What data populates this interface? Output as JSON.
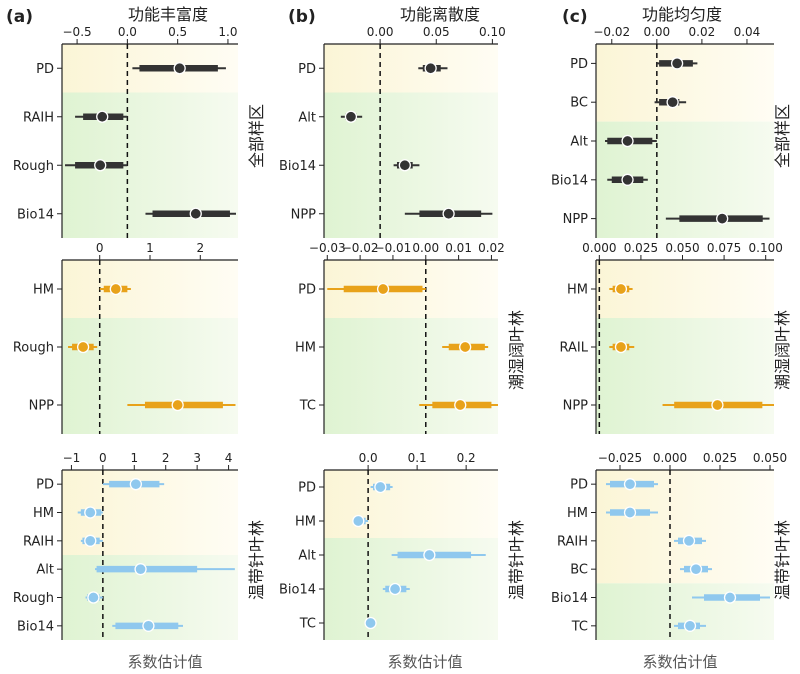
{
  "figure": {
    "xlabel": "系数估计值",
    "row_labels": [
      "全部样区",
      "潮湿阔叶林",
      "温带针叶林"
    ]
  },
  "colors": {
    "dark": "#333333",
    "orange": "#e8a21a",
    "blue": "#8fc8ee",
    "bg_yellow": "#fdf9e4",
    "bg_green": "#e8f6dc",
    "zero_line": "#111111"
  },
  "chart_data": [
    {
      "type": "forest",
      "panel": "(a)",
      "title": "功能丰富度",
      "row": "全部样区",
      "ylim_note": "categorical",
      "xlim": [
        -0.65,
        1.1
      ],
      "ticks": [
        -0.5,
        0,
        0.5,
        1
      ],
      "tick_labels": [
        "−0.5",
        "0.0",
        "0.5",
        "1.0"
      ],
      "tick_position": "top",
      "categories": [
        "PD",
        "RAIH",
        "Rough",
        "Bio14"
      ],
      "estimate": [
        0.52,
        -0.25,
        -0.27,
        0.68
      ],
      "ci66": [
        [
          0.12,
          0.9
        ],
        [
          -0.44,
          -0.04
        ],
        [
          -0.52,
          -0.04
        ],
        [
          0.25,
          1.02
        ]
      ],
      "ci95": [
        [
          0.05,
          0.98
        ],
        [
          -0.52,
          0.0
        ],
        [
          -0.62,
          0.0
        ],
        [
          0.18,
          1.08
        ]
      ],
      "color": "dark",
      "green_from": 1
    },
    {
      "type": "forest",
      "panel": "(b)",
      "title": "功能离散度",
      "row": "全部样区",
      "xlim": [
        -0.05,
        0.105
      ],
      "ticks": [
        0,
        0.05,
        0.1
      ],
      "tick_labels": [
        "0.00",
        "0.05",
        "0.10"
      ],
      "tick_position": "top",
      "categories": [
        "PD",
        "Alt",
        "Bio14",
        "NPP"
      ],
      "estimate": [
        0.045,
        -0.026,
        0.022,
        0.061
      ],
      "ci66": [
        [
          0.038,
          0.054
        ],
        [
          -0.031,
          -0.021
        ],
        [
          0.015,
          0.029
        ],
        [
          0.035,
          0.09
        ]
      ],
      "ci95": [
        [
          0.034,
          0.06
        ],
        [
          -0.035,
          -0.016
        ],
        [
          0.012,
          0.035
        ],
        [
          0.022,
          0.1
        ]
      ],
      "color": "dark",
      "green_from": 1
    },
    {
      "type": "forest",
      "panel": "(c)",
      "title": "功能均匀度",
      "row": "全部样区",
      "xlim": [
        -0.027,
        0.052
      ],
      "ticks": [
        -0.02,
        0,
        0.02,
        0.04
      ],
      "tick_labels": [
        "−0.02",
        "0.00",
        "0.02",
        "0.04"
      ],
      "tick_position": "top",
      "categories": [
        "PD",
        "BC",
        "Alt",
        "Bio14",
        "NPP"
      ],
      "estimate": [
        0.009,
        0.007,
        -0.013,
        -0.013,
        0.029
      ],
      "ci66": [
        [
          0.001,
          0.016
        ],
        [
          0.001,
          0.01
        ],
        [
          -0.022,
          -0.002
        ],
        [
          -0.02,
          -0.006
        ],
        [
          0.01,
          0.047
        ]
      ],
      "ci95": [
        [
          0.0,
          0.018
        ],
        [
          -0.001,
          0.013
        ],
        [
          -0.023,
          0.0
        ],
        [
          -0.022,
          -0.004
        ],
        [
          0.004,
          0.05
        ]
      ],
      "color": "dark",
      "green_from": 2
    },
    {
      "type": "forest",
      "row": "潮湿阔叶林",
      "xlim": [
        -0.75,
        2.75
      ],
      "ticks": [
        0,
        1,
        2
      ],
      "tick_labels": [
        "0",
        "1",
        "2"
      ],
      "tick_position": "top",
      "categories": [
        "HM",
        "Rough",
        "NPP"
      ],
      "estimate": [
        0.32,
        -0.33,
        1.55
      ],
      "ci66": [
        [
          0.08,
          0.55
        ],
        [
          -0.55,
          -0.12
        ],
        [
          0.9,
          2.45
        ]
      ],
      "ci95": [
        [
          0.0,
          0.62
        ],
        [
          -0.63,
          -0.05
        ],
        [
          0.55,
          2.7
        ]
      ],
      "color": "orange",
      "green_from": 1
    },
    {
      "type": "forest",
      "row": "潮湿阔叶林",
      "xlim": [
        -0.031,
        0.022
      ],
      "ticks": [
        -0.03,
        -0.02,
        -0.01,
        0,
        0.01,
        0.02
      ],
      "tick_labels": [
        "−0.03",
        "−0.02",
        "−0.01",
        "0.00",
        "0.01",
        "0.02"
      ],
      "tick_position": "top",
      "categories": [
        "PD",
        "HM",
        "TC"
      ],
      "estimate": [
        -0.013,
        0.012,
        0.0105
      ],
      "ci66": [
        [
          -0.025,
          -0.001
        ],
        [
          0.007,
          0.018
        ],
        [
          0.002,
          0.02
        ]
      ],
      "ci95": [
        [
          -0.03,
          0.0
        ],
        [
          0.005,
          0.019
        ],
        [
          -0.002,
          0.022
        ]
      ],
      "color": "orange",
      "green_from": 1
    },
    {
      "type": "forest",
      "row": "潮湿阔叶林",
      "xlim": [
        -0.002,
        0.105
      ],
      "ticks": [
        0,
        0.025,
        0.05,
        0.075,
        0.1
      ],
      "tick_labels": [
        "0.000",
        "0.025",
        "0.050",
        "0.075",
        "0.100"
      ],
      "tick_position": "top",
      "categories": [
        "HM",
        "RAIL",
        "NPP"
      ],
      "estimate": [
        0.013,
        0.013,
        0.071
      ],
      "ci66": [
        [
          0.008,
          0.018
        ],
        [
          0.008,
          0.018
        ],
        [
          0.045,
          0.098
        ]
      ],
      "ci95": [
        [
          0.006,
          0.02
        ],
        [
          0.006,
          0.021
        ],
        [
          0.038,
          0.105
        ]
      ],
      "color": "orange",
      "green_from": 1
    },
    {
      "type": "forest",
      "row": "温带针叶林",
      "xlim": [
        -1.3,
        4.3
      ],
      "ticks": [
        -1,
        0,
        1,
        2,
        3,
        4
      ],
      "tick_labels": [
        "−1",
        "0",
        "1",
        "2",
        "3",
        "4"
      ],
      "tick_position": "top",
      "categories": [
        "PD",
        "HM",
        "RAIH",
        "Alt",
        "Rough",
        "Bio14"
      ],
      "estimate": [
        1.05,
        -0.4,
        -0.4,
        1.2,
        -0.3,
        1.45
      ],
      "ci66": [
        [
          0.2,
          1.8
        ],
        [
          -0.7,
          -0.05
        ],
        [
          -0.65,
          -0.1
        ],
        [
          -0.2,
          3.0
        ],
        [
          -0.5,
          -0.1
        ],
        [
          0.4,
          2.4
        ]
      ],
      "ci95": [
        [
          0.0,
          1.95
        ],
        [
          -0.8,
          0.0
        ],
        [
          -0.7,
          0.0
        ],
        [
          -0.25,
          4.2
        ],
        [
          -0.55,
          0.0
        ],
        [
          0.3,
          2.55
        ]
      ],
      "color": "blue",
      "green_from": 3
    },
    {
      "type": "forest",
      "row": "温带针叶林",
      "xlim": [
        -0.09,
        0.265
      ],
      "ticks": [
        0,
        0.1,
        0.2
      ],
      "tick_labels": [
        "0.0",
        "0.1",
        "0.2"
      ],
      "tick_position": "top",
      "categories": [
        "PD",
        "HM",
        "Alt",
        "Bio14",
        "TC"
      ],
      "estimate": [
        0.025,
        -0.02,
        0.125,
        0.055,
        0.005
      ],
      "ci66": [
        [
          0.01,
          0.045
        ],
        [
          -0.03,
          -0.005
        ],
        [
          0.06,
          0.21
        ],
        [
          0.035,
          0.078
        ],
        [
          0.0,
          0.01
        ]
      ],
      "ci95": [
        [
          0.005,
          0.05
        ],
        [
          -0.032,
          0.0
        ],
        [
          0.048,
          0.24
        ],
        [
          0.03,
          0.085
        ],
        [
          0.0,
          0.012
        ]
      ],
      "color": "blue",
      "green_from": 2
    },
    {
      "type": "forest",
      "row": "温带针叶林",
      "xlim": [
        -0.037,
        0.052
      ],
      "ticks": [
        -0.025,
        0,
        0.025,
        0.05
      ],
      "tick_labels": [
        "−0.025",
        "0.000",
        "0.025",
        "0.050"
      ],
      "tick_position": "top",
      "categories": [
        "PD",
        "HM",
        "RAIH",
        "BC",
        "Bio14",
        "TC"
      ],
      "estimate": [
        -0.02,
        -0.02,
        0.0095,
        0.013,
        0.03,
        0.01
      ],
      "ci66": [
        [
          -0.03,
          -0.008
        ],
        [
          -0.03,
          -0.01
        ],
        [
          0.004,
          0.016
        ],
        [
          0.007,
          0.019
        ],
        [
          0.017,
          0.045
        ],
        [
          0.004,
          0.015
        ]
      ],
      "ci95": [
        [
          -0.032,
          -0.006
        ],
        [
          -0.032,
          -0.006
        ],
        [
          0.002,
          0.018
        ],
        [
          0.005,
          0.021
        ],
        [
          0.011,
          0.05
        ],
        [
          0.002,
          0.018
        ]
      ],
      "color": "blue",
      "green_from": 4
    }
  ]
}
